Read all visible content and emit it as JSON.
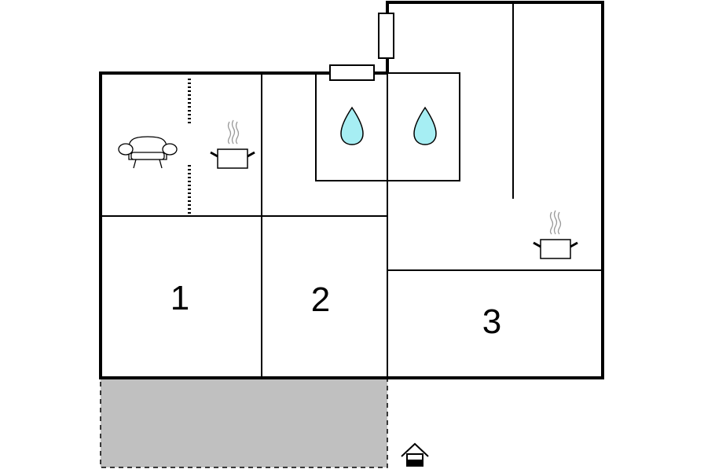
{
  "floorplan": {
    "rooms": [
      {
        "id": "room-1",
        "label": "1"
      },
      {
        "id": "room-2",
        "label": "2"
      },
      {
        "id": "room-3",
        "label": "3"
      }
    ],
    "icons": {
      "sofa": "sofa-icon",
      "kitchen": "cooking-pot-icon",
      "water": "water-drop-icon",
      "entrance": "house-entrance-icon"
    },
    "areas": {
      "terrace": "terrace-area"
    },
    "colors": {
      "wall": "#000000",
      "water": "#a6eef3",
      "terrace": "#c0c0c0",
      "steam": "#999999"
    }
  }
}
